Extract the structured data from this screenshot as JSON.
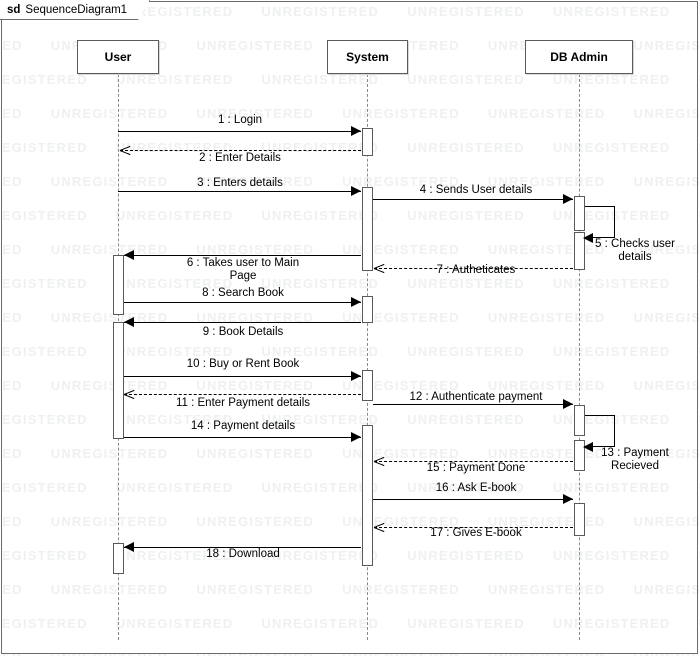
{
  "frame": {
    "keyword": "sd",
    "name": "SequenceDiagram1"
  },
  "watermark": {
    "text": "UNREGISTERED"
  },
  "lifelines": [
    {
      "id": "user",
      "label": "User"
    },
    {
      "id": "system",
      "label": "System"
    },
    {
      "id": "dbadmin",
      "label": "DB Admin"
    }
  ],
  "messages": [
    {
      "number": "1",
      "label": "1 : Login",
      "from": "user",
      "to": "system",
      "style": "solid",
      "kind": "call"
    },
    {
      "number": "2",
      "label": "2 : Enter Details",
      "from": "system",
      "to": "user",
      "style": "dashed",
      "kind": "return"
    },
    {
      "number": "3",
      "label": "3 : Enters details",
      "from": "user",
      "to": "system",
      "style": "solid",
      "kind": "call"
    },
    {
      "number": "4",
      "label": "4 : Sends User details",
      "from": "system",
      "to": "dbadmin",
      "style": "solid",
      "kind": "call"
    },
    {
      "number": "5",
      "label": "5 : Checks user\ndetails",
      "from": "dbadmin",
      "to": "dbadmin",
      "style": "solid",
      "kind": "self"
    },
    {
      "number": "6",
      "label": "6 : Takes user to Main\nPage",
      "from": "system",
      "to": "user",
      "style": "solid",
      "kind": "call"
    },
    {
      "number": "7",
      "label": "7 : Autheticates",
      "from": "dbadmin",
      "to": "system",
      "style": "dashed",
      "kind": "return"
    },
    {
      "number": "8",
      "label": "8 : Search Book",
      "from": "user",
      "to": "system",
      "style": "solid",
      "kind": "call"
    },
    {
      "number": "9",
      "label": "9 : Book Details",
      "from": "system",
      "to": "user",
      "style": "solid",
      "kind": "call"
    },
    {
      "number": "10",
      "label": "10 : Buy or Rent Book",
      "from": "user",
      "to": "system",
      "style": "solid",
      "kind": "call"
    },
    {
      "number": "11",
      "label": "11 : Enter Payment details",
      "from": "system",
      "to": "user",
      "style": "dashed",
      "kind": "return"
    },
    {
      "number": "12",
      "label": "12 : Authenticate payment",
      "from": "system",
      "to": "dbadmin",
      "style": "solid",
      "kind": "call"
    },
    {
      "number": "13",
      "label": "13 : Payment\nRecieved",
      "from": "dbadmin",
      "to": "dbadmin",
      "style": "solid",
      "kind": "self"
    },
    {
      "number": "14",
      "label": "14 : Payment details",
      "from": "user",
      "to": "system",
      "style": "solid",
      "kind": "call"
    },
    {
      "number": "15",
      "label": "15 : Payment Done",
      "from": "dbadmin",
      "to": "system",
      "style": "dashed",
      "kind": "return"
    },
    {
      "number": "16",
      "label": "16 : Ask E-book",
      "from": "system",
      "to": "dbadmin",
      "style": "solid",
      "kind": "call"
    },
    {
      "number": "17",
      "label": "17 : Gives E-book",
      "from": "dbadmin",
      "to": "system",
      "style": "dashed",
      "kind": "return"
    },
    {
      "number": "18",
      "label": "18 : Download",
      "from": "system",
      "to": "user",
      "style": "solid",
      "kind": "call"
    }
  ],
  "colors": {
    "line": "#000000",
    "box_border": "#5a5a5a",
    "lifeline": "#8a8a8a",
    "frame": "#6b6b6b",
    "watermark": "#eef0f2"
  }
}
